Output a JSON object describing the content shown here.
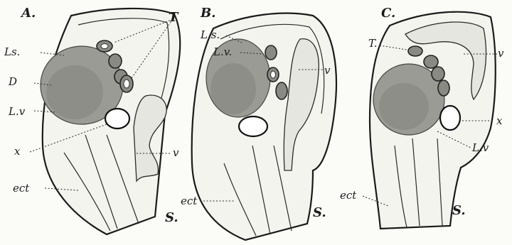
{
  "panels": {
    "A": {
      "letter": "A.",
      "labels": {
        "Ls": "Ls.",
        "D": "D",
        "Lv": "L.v",
        "x": "x",
        "ect": "ect",
        "v": "v",
        "S": "S.",
        "T": "T"
      }
    },
    "B": {
      "letter": "B.",
      "labels": {
        "Ls": "L.s.",
        "Lv": "L.v.",
        "v": "v",
        "ect": "ect",
        "S": "S."
      }
    },
    "C": {
      "letter": "C.",
      "labels": {
        "T": "T.",
        "v": "v",
        "x": "x",
        "Lv": "L.v",
        "ect": "ect",
        "S": "S."
      }
    }
  }
}
